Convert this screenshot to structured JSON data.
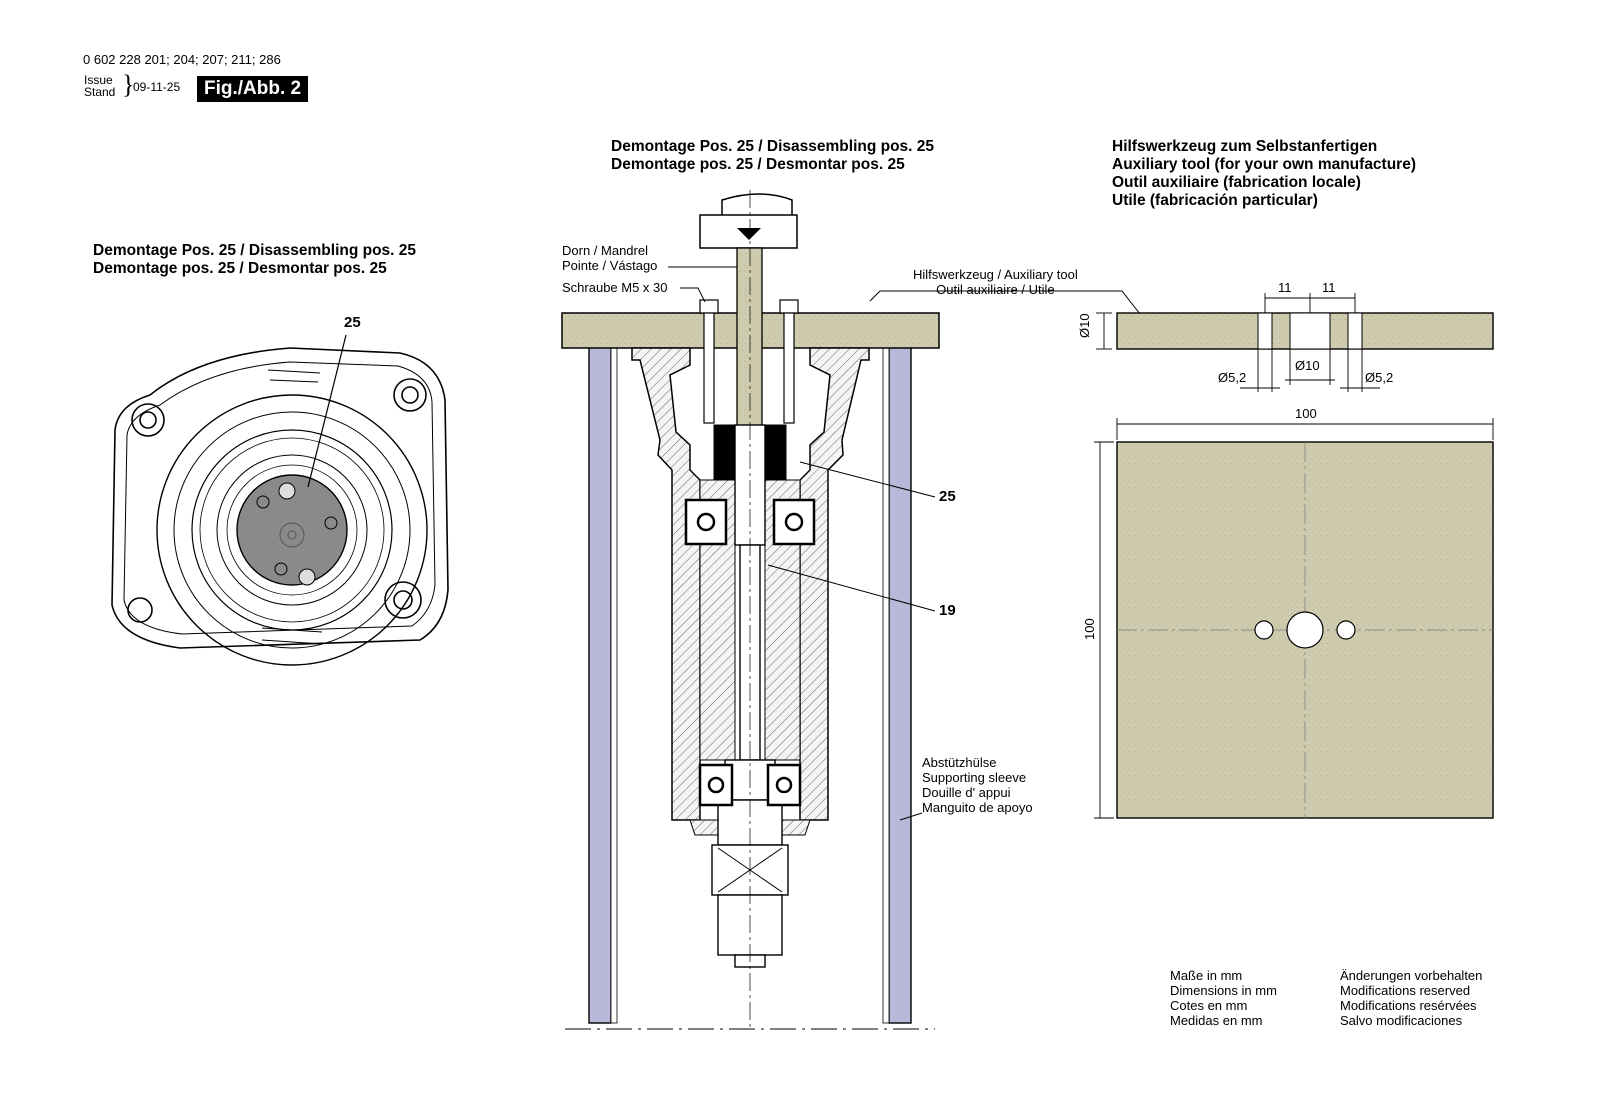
{
  "header": {
    "part_numbers": "0 602 228 201; 204; 207; 211; 286",
    "issue_label": "Issue",
    "stand_label": "Stand",
    "issue_date": "09-11-25",
    "fig_label": "Fig./Abb. 2"
  },
  "left_view": {
    "title_line1": "Demontage Pos. 25 / Disassembling pos. 25",
    "title_line2": "Demontage pos. 25 / Desmontar pos. 25",
    "callout": "25"
  },
  "middle_view": {
    "title_line1": "Demontage Pos. 25 / Disassembling pos. 25",
    "title_line2": "Demontage pos. 25 / Desmontar pos. 25",
    "mandrel_line1": "Dorn / Mandrel",
    "mandrel_line2": "Pointe / Vástago",
    "screw": "Schraube M5 x 30",
    "aux_tool_line1": "Hilfswerkzeug / Auxiliary tool",
    "aux_tool_line2": "Outil auxiliaire / Utile",
    "callout_25": "25",
    "callout_19": "19",
    "sleeve_line1": "Abstützhülse",
    "sleeve_line2": "Supporting sleeve",
    "sleeve_line3": "Douille d' appui",
    "sleeve_line4": "Manguito de apoyo"
  },
  "right_view": {
    "title_line1": "Hilfswerkzeug zum Selbstanfertigen",
    "title_line2": "Auxiliary tool (for your own manufacture)",
    "title_line3": "Outil auxiliaire (fabrication locale)",
    "title_line4": "Utile (fabricación particular)",
    "dim_11a": "11",
    "dim_11b": "11",
    "dim_thickness": "Ø10",
    "dim_hole_left": "Ø5,2",
    "dim_hole_center": "Ø10",
    "dim_hole_right": "Ø5,2",
    "dim_width": "100",
    "dim_height": "100"
  },
  "footer": {
    "units_1": "Maße in mm",
    "units_2": "Dimensions in mm",
    "units_3": "Cotes en mm",
    "units_4": "Medidas en mm",
    "mods_1": "Änderungen vorbehalten",
    "mods_2": "Modifications reserved",
    "mods_3": "Modifications resérvées",
    "mods_4": "Salvo modificaciones"
  },
  "colors": {
    "tool_fill": "#cfcbae",
    "sleeve_fill": "#b8b8d8",
    "body_fill": "#f2f2f2",
    "disc_fill": "#8a8a8a"
  }
}
